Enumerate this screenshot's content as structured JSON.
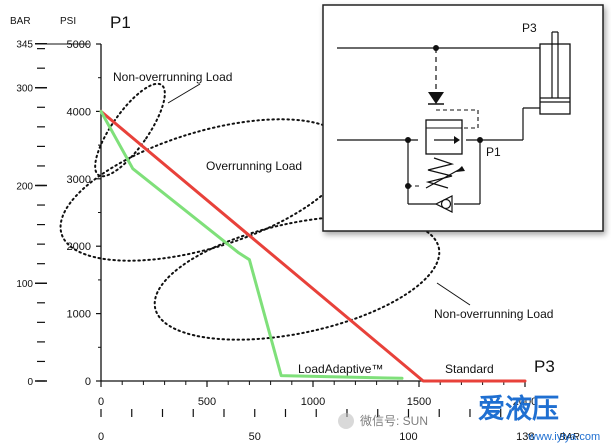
{
  "chart_data": {
    "type": "line",
    "title": "P1",
    "x_axis_label": "P3",
    "y_axis_psi": {
      "unit": "PSI",
      "ticks": [
        0,
        1000,
        2000,
        3000,
        4000,
        5000
      ],
      "range": [
        0,
        5000
      ]
    },
    "y_axis_bar": {
      "unit": "BAR",
      "ticks": [
        0,
        100,
        200,
        300,
        345
      ]
    },
    "x_axis_psi": {
      "ticks": [
        0,
        500,
        1000,
        1500,
        2000
      ],
      "range": [
        0,
        2000
      ]
    },
    "x_axis_bar": {
      "unit": "BAR",
      "ticks": [
        0,
        50,
        100,
        138
      ]
    },
    "series": [
      {
        "name": "Standard",
        "color": "#e8413a",
        "x": [
          0,
          1520,
          2000
        ],
        "y": [
          4000,
          0,
          0
        ]
      },
      {
        "name": "LoadAdaptive™",
        "color": "#7fe07a",
        "x": [
          0,
          150,
          650,
          700,
          850,
          1420
        ],
        "y": [
          4000,
          3150,
          1900,
          1800,
          80,
          40
        ]
      }
    ],
    "annotations": [
      "Non-overrunning Load",
      "Overrunning Load",
      "Non-overrunning Load"
    ],
    "grid": false
  },
  "inset": {
    "label_p3": "P3",
    "label_p1": "P1"
  },
  "watermark": {
    "wechat": "微信号: SUN",
    "logo": "爱液压",
    "url": "www.iyiya.com"
  }
}
